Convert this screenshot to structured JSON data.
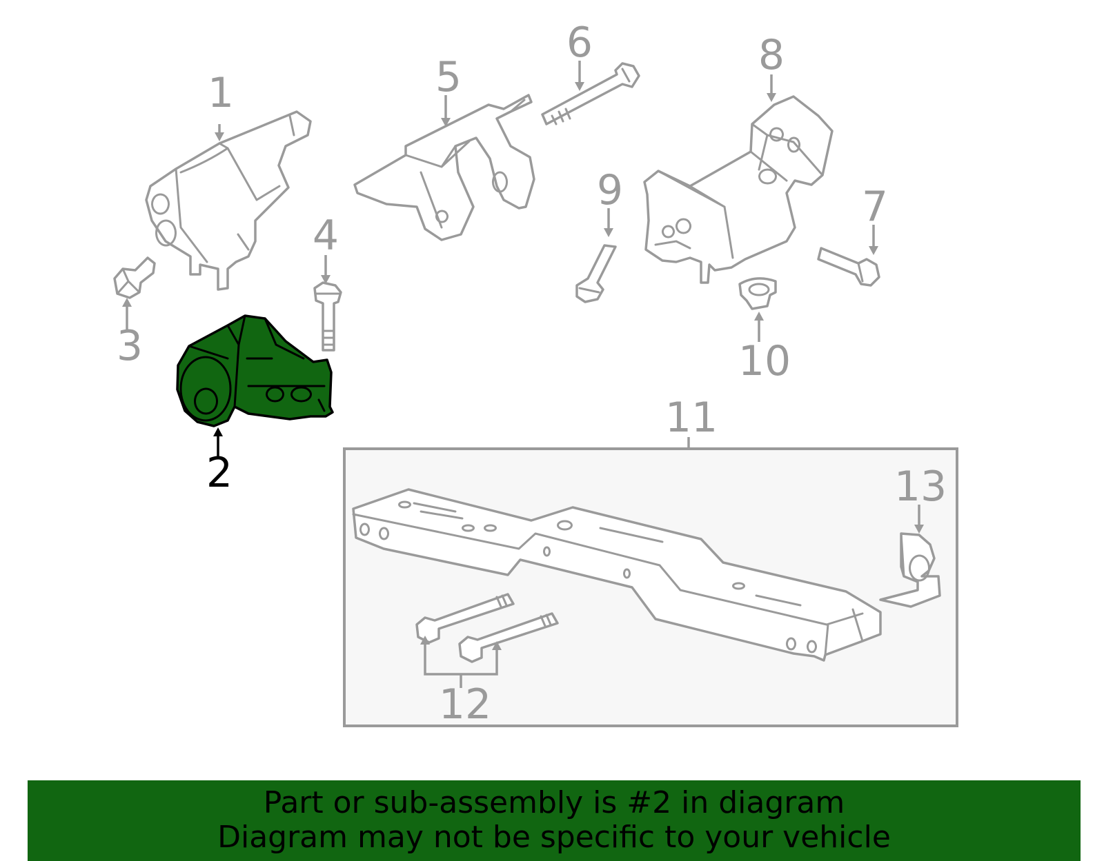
{
  "callouts": {
    "c1": "1",
    "c2": "2",
    "c3": "3",
    "c4": "4",
    "c5": "5",
    "c6": "6",
    "c7": "7",
    "c8": "8",
    "c9": "9",
    "c10": "10",
    "c11": "11",
    "c12": "12",
    "c13": "13"
  },
  "highlighted_part": "2",
  "colors": {
    "highlight": "#116611",
    "line": "#9a9a9a",
    "banner": "#116611",
    "box_fill": "#f7f7f7"
  },
  "banner": {
    "line1": "Part or sub-assembly is #2 in diagram",
    "line2": "Diagram may not be specific to your vehicle"
  }
}
